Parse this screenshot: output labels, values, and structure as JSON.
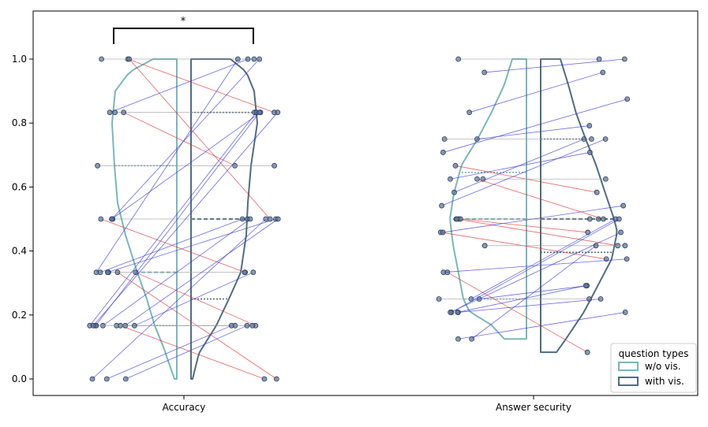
{
  "chart_data": {
    "type": "violin",
    "categories": [
      "Accuracy",
      "Answer security"
    ],
    "ylim": [
      -0.06,
      1.15
    ],
    "yticks": [
      0.0,
      0.2,
      0.4,
      0.6,
      0.8,
      1.0
    ],
    "ytick_labels": [
      "0.0",
      "0.2",
      "0.4",
      "0.6",
      "0.8",
      "1.0"
    ],
    "legend": {
      "title": "question types",
      "placement": "lower-right",
      "entries": [
        {
          "label": "w/o vis.",
          "color": "#78b8bc"
        },
        {
          "label": "with vis.",
          "color": "#4f6d82"
        }
      ]
    },
    "significance": {
      "label": "*",
      "category": "Accuracy"
    },
    "colors": {
      "without": "#78b8bc",
      "with": "#4f6d82",
      "increase_line": "#3a3ae0",
      "decrease_line": "#e03030",
      "equal_line": "#9a9a9a",
      "point": "#5a7396"
    },
    "groups": [
      {
        "category": "Accuracy",
        "without": {
          "range": [
            0.0,
            1.0
          ],
          "quartiles": [
            0.1667,
            0.3333,
            0.6667
          ],
          "density": [
            [
              0.0,
              0.03
            ],
            [
              0.1,
              0.17
            ],
            [
              0.167,
              0.28
            ],
            [
              0.25,
              0.38
            ],
            [
              0.333,
              0.5
            ],
            [
              0.45,
              0.65
            ],
            [
              0.55,
              0.75
            ],
            [
              0.667,
              0.79
            ],
            [
              0.8,
              0.82
            ],
            [
              0.9,
              0.78
            ],
            [
              0.96,
              0.6
            ],
            [
              1.0,
              0.3
            ]
          ]
        },
        "with": {
          "range": [
            0.0,
            1.0
          ],
          "quartiles": [
            0.25,
            0.5,
            0.8333
          ],
          "density": [
            [
              0.0,
              0.02
            ],
            [
              0.08,
              0.1
            ],
            [
              0.167,
              0.32
            ],
            [
              0.25,
              0.48
            ],
            [
              0.333,
              0.63
            ],
            [
              0.45,
              0.7
            ],
            [
              0.55,
              0.72
            ],
            [
              0.667,
              0.76
            ],
            [
              0.8,
              0.84
            ],
            [
              0.9,
              0.8
            ],
            [
              0.96,
              0.7
            ],
            [
              1.0,
              0.5
            ]
          ]
        },
        "pairs": [
          [
            1.0,
            0.8333
          ],
          [
            1.0,
            1.0
          ],
          [
            0.8333,
            1.0
          ],
          [
            0.8333,
            0.8333
          ],
          [
            0.8333,
            0.6667
          ],
          [
            0.6667,
            0.6667
          ],
          [
            0.5,
            0.3333
          ],
          [
            0.5,
            0.5
          ],
          [
            0.5,
            0.8333
          ],
          [
            0.5,
            1.0
          ],
          [
            0.3333,
            0.1667
          ],
          [
            0.3333,
            0.3333
          ],
          [
            0.3333,
            0.5
          ],
          [
            0.3333,
            0.0
          ],
          [
            0.3333,
            1.0
          ],
          [
            0.1667,
            0.0
          ],
          [
            0.1667,
            0.1667
          ],
          [
            0.1667,
            0.5
          ],
          [
            0.1667,
            0.8333
          ],
          [
            0.1667,
            0.5
          ],
          [
            0.1667,
            0.8333
          ],
          [
            0.1667,
            0.1667
          ],
          [
            0.1667,
            0.3333
          ],
          [
            0.0,
            0.1667
          ],
          [
            0.0,
            0.5
          ],
          [
            0.0,
            0.1667
          ],
          [
            0.3333,
            0.5
          ],
          [
            1.0,
            0.5
          ],
          [
            0.1667,
            0.8333
          ]
        ]
      },
      {
        "category": "Answer security",
        "without": {
          "range": [
            0.125,
            1.0
          ],
          "quartiles": [
            0.25,
            0.5,
            0.6458
          ],
          "density": [
            [
              0.125,
              0.28
            ],
            [
              0.17,
              0.45
            ],
            [
              0.21,
              0.72
            ],
            [
              0.25,
              0.8
            ],
            [
              0.33,
              0.86
            ],
            [
              0.42,
              0.93
            ],
            [
              0.5,
              0.97
            ],
            [
              0.58,
              0.92
            ],
            [
              0.67,
              0.82
            ],
            [
              0.75,
              0.62
            ],
            [
              0.83,
              0.45
            ],
            [
              0.92,
              0.28
            ],
            [
              1.0,
              0.18
            ]
          ]
        },
        "with": {
          "range": [
            0.0833,
            1.0
          ],
          "quartiles": [
            0.3958,
            0.5,
            0.75
          ],
          "density": [
            [
              0.0833,
              0.2
            ],
            [
              0.125,
              0.32
            ],
            [
              0.21,
              0.55
            ],
            [
              0.29,
              0.72
            ],
            [
              0.375,
              0.9
            ],
            [
              0.46,
              0.97
            ],
            [
              0.5,
              0.93
            ],
            [
              0.58,
              0.82
            ],
            [
              0.67,
              0.7
            ],
            [
              0.75,
              0.57
            ],
            [
              0.83,
              0.45
            ],
            [
              0.92,
              0.35
            ],
            [
              1.0,
              0.25
            ]
          ]
        },
        "pairs": [
          [
            1.0,
            1.0
          ],
          [
            0.9583,
            1.0
          ],
          [
            0.8333,
            0.9583
          ],
          [
            0.75,
            0.75
          ],
          [
            0.75,
            0.7917
          ],
          [
            0.7083,
            0.875
          ],
          [
            0.6667,
            0.5833
          ],
          [
            0.625,
            0.7083
          ],
          [
            0.625,
            0.625
          ],
          [
            0.5833,
            0.75
          ],
          [
            0.5417,
            0.75
          ],
          [
            0.5,
            0.5
          ],
          [
            0.5,
            0.4583
          ],
          [
            0.5,
            0.4167
          ],
          [
            0.5,
            0.5
          ],
          [
            0.4583,
            0.375
          ],
          [
            0.4583,
            0.5417
          ],
          [
            0.4167,
            0.4167
          ],
          [
            0.3333,
            0.0833
          ],
          [
            0.3333,
            0.375
          ],
          [
            0.25,
            0.5
          ],
          [
            0.25,
            0.2917
          ],
          [
            0.25,
            0.25
          ],
          [
            0.2083,
            0.25
          ],
          [
            0.2083,
            0.5
          ],
          [
            0.2083,
            0.2917
          ],
          [
            0.2083,
            0.4583
          ],
          [
            0.125,
            0.2083
          ],
          [
            0.125,
            0.4167
          ],
          [
            0.625,
            0.5
          ]
        ]
      }
    ]
  }
}
